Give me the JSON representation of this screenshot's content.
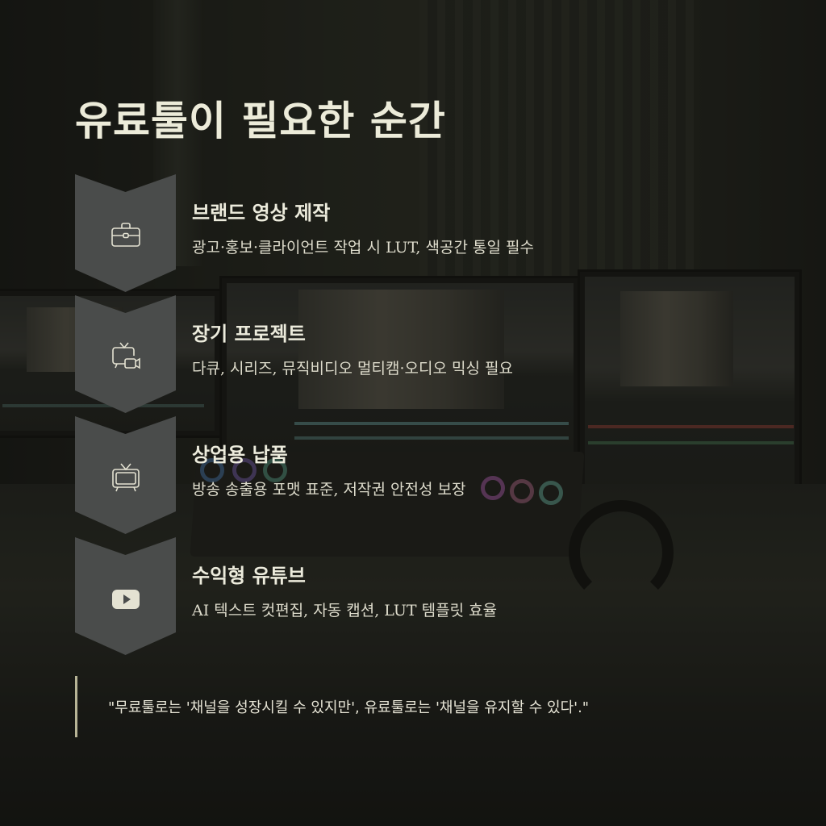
{
  "title": "유료툴이 필요한 순간",
  "steps": [
    {
      "icon": "briefcase-icon",
      "name": "브랜드 영상 제작",
      "desc": "광고·홍보·클라이언트 작업 시 LUT, 색공간 통일 필수"
    },
    {
      "icon": "tv-camera-icon",
      "name": "장기 프로젝트",
      "desc": "다큐, 시리즈, 뮤직비디오 멀티캠·오디오 믹싱 필요"
    },
    {
      "icon": "tv-icon",
      "name": "상업용 납품",
      "desc": "방송 송출용 포맷 표준, 저작권 안전성 보장"
    },
    {
      "icon": "youtube-icon",
      "name": "수익형 유튜브",
      "desc": "AI 텍스트 컷편집, 자동 캡션, LUT 템플릿 효율"
    }
  ],
  "quote": "\"무료툴로는 '채널을 성장시킬 수 있지만', 유료툴로는 '채널을 유지할 수 있다'.\"",
  "colors": {
    "chevron": "#4a4c4b",
    "text": "#ecebdc",
    "quote_bar": "#b7b496",
    "background": "#1b1c18"
  }
}
